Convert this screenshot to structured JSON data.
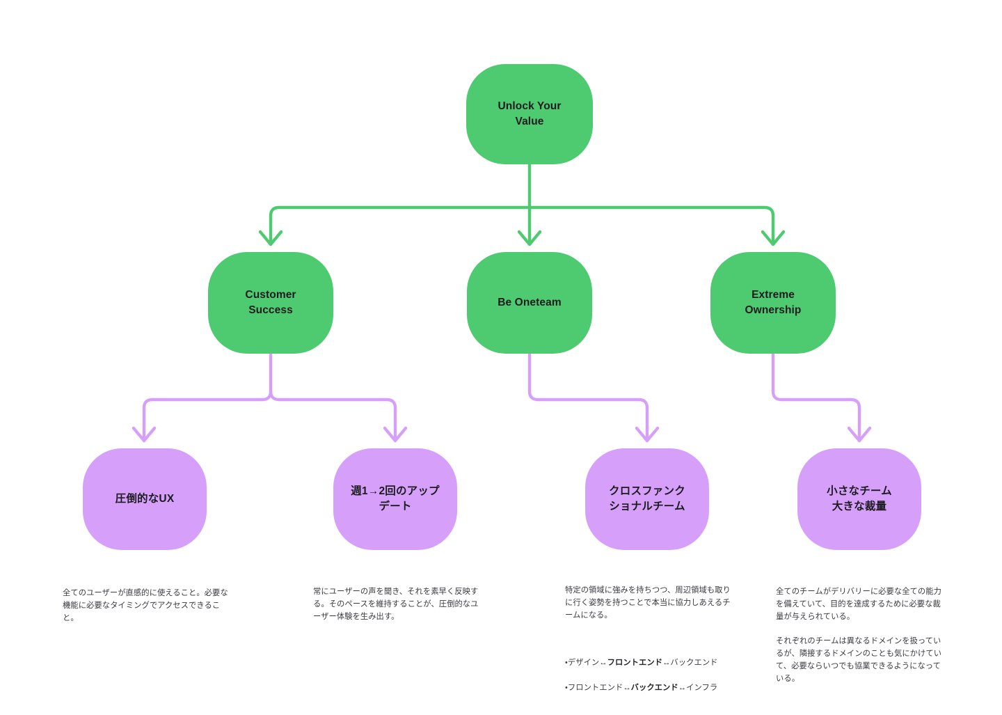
{
  "diagram": {
    "title": "Unlock Your Value tree",
    "colors": {
      "green": "#4ecb71",
      "purple": "#d6a0fa",
      "background": "#ffffff",
      "node_text": "#1b1b20",
      "caption_text": "#3a3a40"
    }
  },
  "nodes": {
    "root": {
      "label": "Unlock Your\nValue"
    },
    "level2": [
      {
        "label": "Customer\nSuccess"
      },
      {
        "label": "Be Oneteam"
      },
      {
        "label": "Extreme\nOwnership"
      }
    ],
    "level3": [
      {
        "label": "圧倒的なUX"
      },
      {
        "label": "週1→2回のアップ\nデート"
      },
      {
        "label": "クロスファンク\nショナルチーム"
      },
      {
        "label": "小さなチーム\n大きな裁量"
      }
    ]
  },
  "captions": [
    {
      "paragraphs": [
        "全てのユーザーが直感的に使えること。必要な機能に必要なタイミングでアクセスできること。"
      ],
      "bullets": []
    },
    {
      "paragraphs": [
        "常にユーザーの声を聞き、それを素早く反映する。そのペースを維持することが、圧倒的なユーザー体験を生み出す。"
      ],
      "bullets": []
    },
    {
      "paragraphs": [
        "特定の領域に強みを持ちつつ、周辺領域も取りに行く姿勢を持つことで本当に協力しあえるチームになる。"
      ],
      "bullets": [
        {
          "prefix": "・デザイン↔",
          "strong": "フロントエンド",
          "suffix": "↔バックエンド"
        },
        {
          "prefix": "・フロントエンド↔",
          "strong": "バックエンド",
          "suffix": "↔インフラ"
        }
      ]
    },
    {
      "paragraphs": [
        "全てのチームがデリバリーに必要な全ての能力を備えていて、目的を達成するために必要な裁量が与えられている。",
        "それぞれのチームは異なるドメインを扱っているが、隣接するドメインのことも気にかけていて、必要ならいつでも協業できるようになっている。"
      ],
      "bullets": []
    }
  ],
  "connectors": {
    "green_label": "green-connector",
    "purple_label": "purple-connector"
  }
}
